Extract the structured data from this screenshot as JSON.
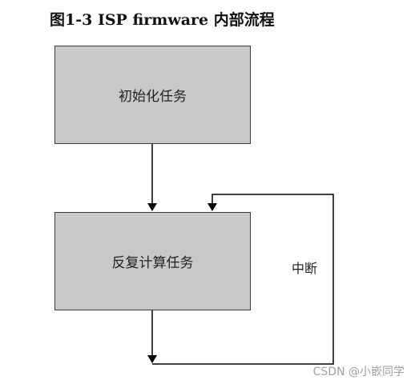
{
  "title": "图1-3  ISP firmware  内部流程",
  "nodes": {
    "init": "初始化任务",
    "loop": "反复计算任务"
  },
  "edge_labels": {
    "interrupt": "中断"
  },
  "watermark": "CSDN @小嵌同学",
  "colors": {
    "node_fill": "#c8c8c8",
    "line": "#000000"
  }
}
